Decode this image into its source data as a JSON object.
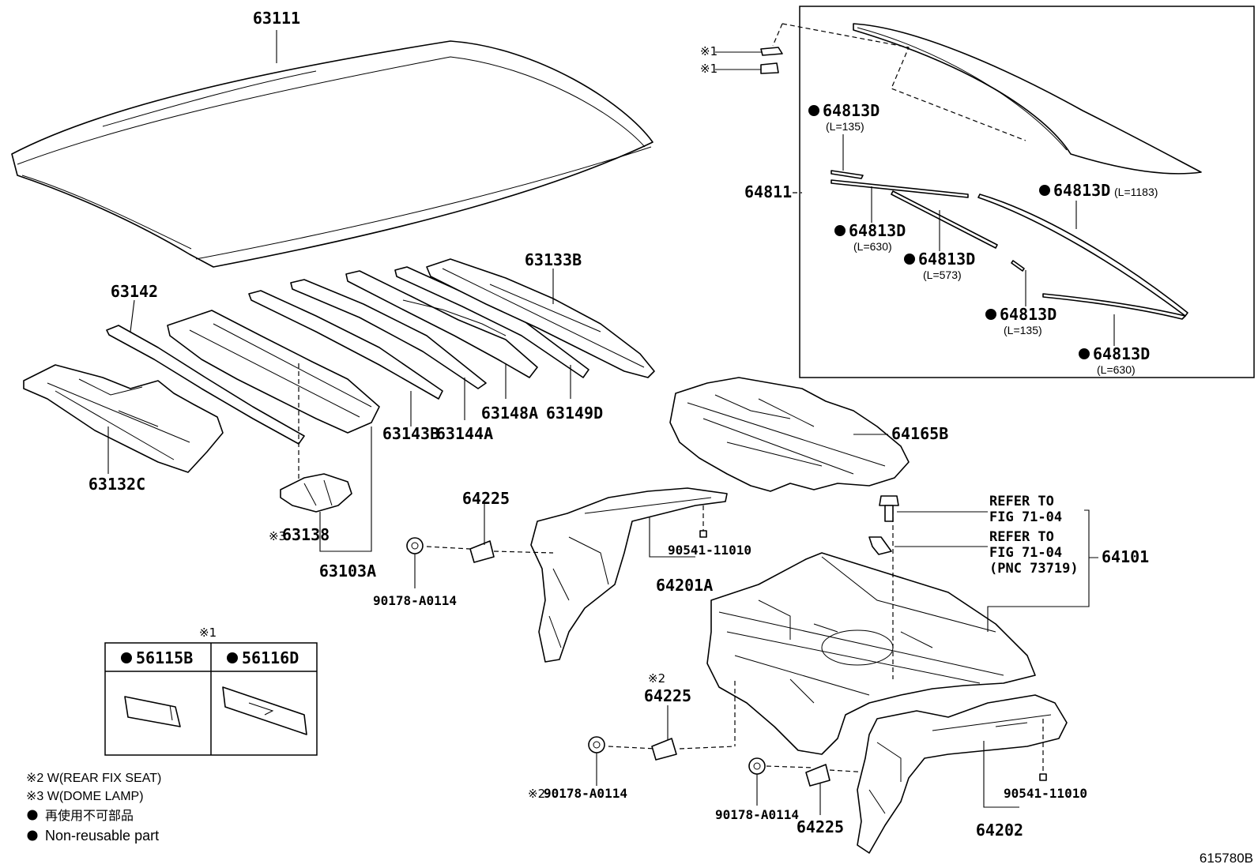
{
  "figure_number": "615780B",
  "parts": {
    "roof_panel": "63111",
    "header_front": "63142",
    "header_front_inner": "63132C",
    "bow_a": "63143B",
    "bow_b": "63144A",
    "bow_c": "63148A",
    "bow_d": "63149D",
    "header_rear": "63133B",
    "bracket_dome": "63138",
    "bow_set": "63103A",
    "back_window_glass": "64811",
    "shelf_insulator": "64165B",
    "package_tray_panel": "64101",
    "package_tray_side_l": "64201A",
    "package_tray_side_r": "64202",
    "bracket_upper": "64225",
    "bracket_mid": "64225",
    "bracket_lower": "64225",
    "nut_upper": "90178-A0114",
    "nut_mid": "90178-A0114",
    "nut_lower": "90178-A0114",
    "clip_upper": "90541-11010",
    "clip_lower": "90541-11010"
  },
  "glass_strips": [
    {
      "part": "64813D",
      "length": "(L=135)"
    },
    {
      "part": "64813D",
      "length": "(L=1183)"
    },
    {
      "part": "64813D",
      "length": "(L=630)"
    },
    {
      "part": "64813D",
      "length": "(L=573)"
    },
    {
      "part": "64813D",
      "length": "(L=135)"
    },
    {
      "part": "64813D",
      "length": "(L=630)"
    }
  ],
  "markers": {
    "m1": "※1",
    "m2": "※2",
    "m3": "※3"
  },
  "refer": {
    "line1_a": "REFER TO",
    "line1_b": "FIG 71-04",
    "line2_a": "REFER TO",
    "line2_b": "FIG 71-04",
    "line2_c": "(PNC 73719)"
  },
  "inset_table": {
    "header_mark": "※1",
    "col1": "56115B",
    "col2": "56116D"
  },
  "legend": {
    "w_rear_fix_seat": "※2 W(REAR FIX SEAT)",
    "w_dome_lamp": "※3 W(DOME LAMP)",
    "non_reusable_jp": "再使用不可部品",
    "non_reusable_en": "Non-reusable part"
  },
  "colors": {
    "ink": "#000000",
    "paper": "#ffffff"
  }
}
